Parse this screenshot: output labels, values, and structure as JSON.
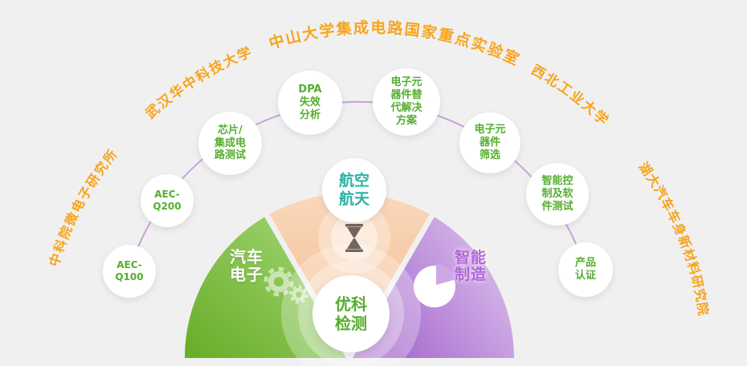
{
  "colors": {
    "background": "#f0f0f0",
    "institution_text": "#f7a41d",
    "service_text": "#55ae2d",
    "connector_line": "#c9a2dd",
    "automotive_dark": "#66ad27",
    "automotive_light": "#a8d87a",
    "aerospace_dark": "#f4be93",
    "aerospace_light": "#f9d8ba",
    "manufacturing_dark": "#a160c9",
    "manufacturing_light": "#dcc2ee",
    "automotive_text": "#ffffff",
    "aerospace_text": "#2bb3a7",
    "manufacturing_text": "#b266d6",
    "center_text": "#55ae2d"
  },
  "institutions": [
    {
      "label": "中科院微电子研究所"
    },
    {
      "label": "武汉华中科技大学"
    },
    {
      "label": "中山大学集成电路国家重点实验室"
    },
    {
      "label": "西北工业大学"
    },
    {
      "label": "湖大汽车车身新材料研究院"
    }
  ],
  "services": [
    {
      "label": "AEC-\nQ100"
    },
    {
      "label": "AEC-\nQ200"
    },
    {
      "label": "芯片/\n集成电\n路测试"
    },
    {
      "label": "DPA\n失效\n分析"
    },
    {
      "label": "电子元\n器件替\n代解决\n方案"
    },
    {
      "label": "电子元\n器件\n筛选"
    },
    {
      "label": "智能控\n制及软\n件测试"
    },
    {
      "label": "产品\n认证"
    }
  ],
  "sectors": {
    "automotive": {
      "label": "汽车\n电子"
    },
    "aerospace": {
      "label": "航空\n航天"
    },
    "manufacturing": {
      "label": "智能\n制造"
    }
  },
  "center": {
    "label": "优科\n检测"
  },
  "icons": [
    {
      "name": "gears-icon"
    },
    {
      "name": "hourglass-icon"
    },
    {
      "name": "pie-chart-icon"
    }
  ]
}
